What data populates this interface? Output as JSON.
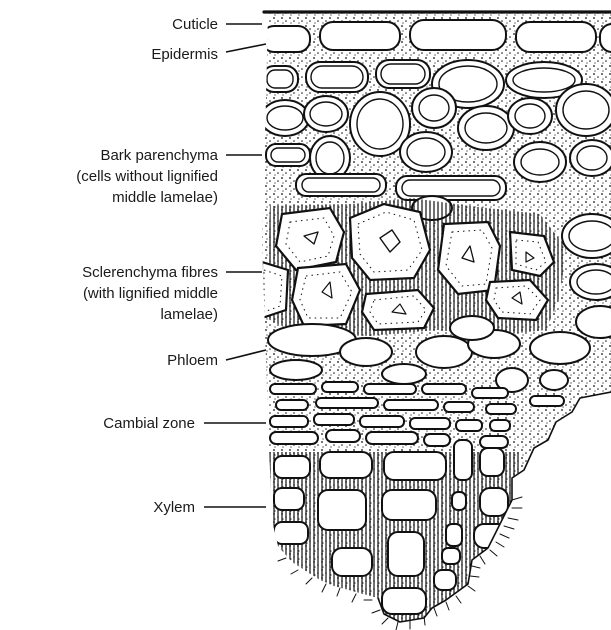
{
  "labels": {
    "cuticle": "Cuticle",
    "epidermis": "Epidermis",
    "bark_1": "Bark parenchyma",
    "bark_2": "(cells without lignified",
    "bark_3": "middle lamelae)",
    "scl_1": "Sclerenchyma fibres",
    "scl_2": "(with lignified middle",
    "scl_3": "lamelae)",
    "phloem": "Phloem",
    "cambial": "Cambial zone",
    "xylem": "Xylem"
  }
}
